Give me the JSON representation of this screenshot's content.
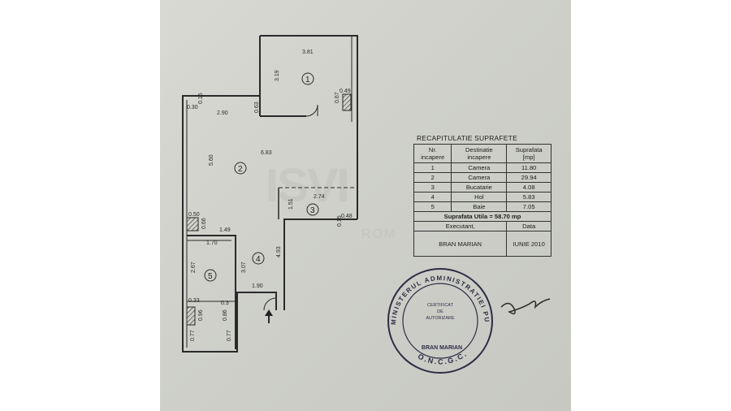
{
  "watermark": {
    "brand": "ISVI",
    "sub": "ROM"
  },
  "plan": {
    "dimensions": [
      "3.81",
      "3.19",
      "0.49",
      "0.67",
      "0.63",
      "0.30",
      "0.15",
      "2.90",
      "5.60",
      "6.83",
      "1.51",
      "2.74",
      "0.48",
      "0.15",
      "0.50",
      "0.66",
      "1.49",
      "1.70",
      "2.67",
      "3.07",
      "4.93",
      "1.90",
      "0.33",
      "0.96",
      "0.86",
      "0.77",
      "0.77",
      "0.3"
    ],
    "rooms": [
      "1",
      "2",
      "3",
      "4",
      "5"
    ]
  },
  "recap": {
    "title": "RECAPITULATIE SUPRAFETE",
    "headers": [
      "Nr. incapere",
      "Destinatie incapere",
      "Suprafata [mp]"
    ],
    "rows": [
      [
        "1",
        "Camera",
        "11.80"
      ],
      [
        "2",
        "Camera",
        "29.94"
      ],
      [
        "3",
        "Bucatarie",
        "4.08"
      ],
      [
        "4",
        "Hol",
        "5.83"
      ],
      [
        "5",
        "Baie",
        "7.05"
      ]
    ],
    "total": "Suprafata Utila = 58.70 mp",
    "executant_label": "Executant,",
    "data_label": "Data",
    "executant": "BRAN MARIAN",
    "date": "IUNIE 2010"
  },
  "stamp": {
    "ring": "MINISTERUL ADMINISTRATIEI PUBLICE",
    "bottom": "O.N.C.G.C.",
    "name": "BRAN MARIAN",
    "center": [
      "CERTIFICAT",
      "DE",
      "AUTORIZARE"
    ]
  },
  "colors": {
    "paper": "#d2d3cd",
    "ink": "#222222"
  }
}
